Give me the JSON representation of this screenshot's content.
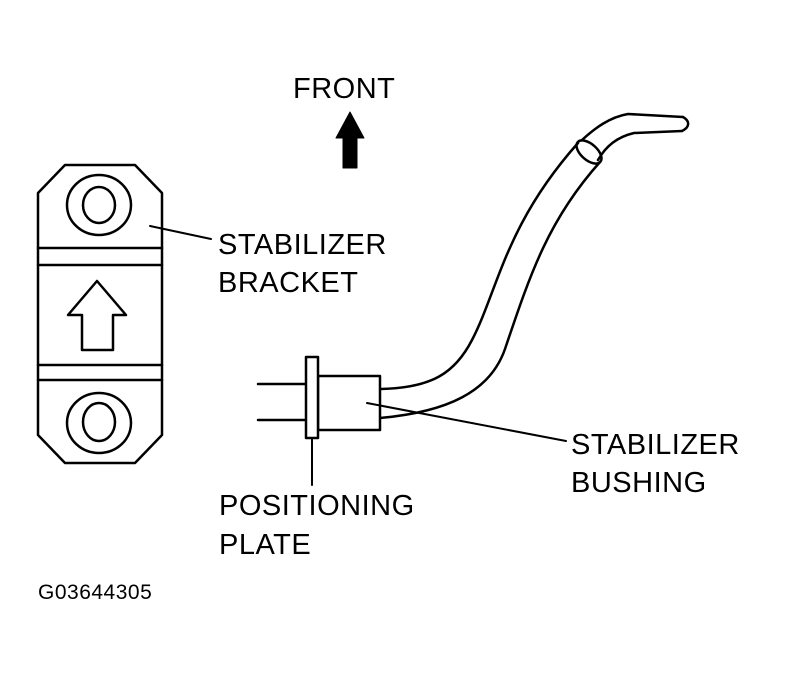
{
  "labels": {
    "front": "FRONT",
    "bracket_line1": "STABILIZER",
    "bracket_line2": "BRACKET",
    "bushing_line1": "STABILIZER",
    "bushing_line2": "BUSHING",
    "plate_line1": "POSITIONING",
    "plate_line2": "PLATE"
  },
  "figure_code": "G03644305",
  "colors": {
    "ink": "#000000",
    "paper": "#ffffff"
  }
}
